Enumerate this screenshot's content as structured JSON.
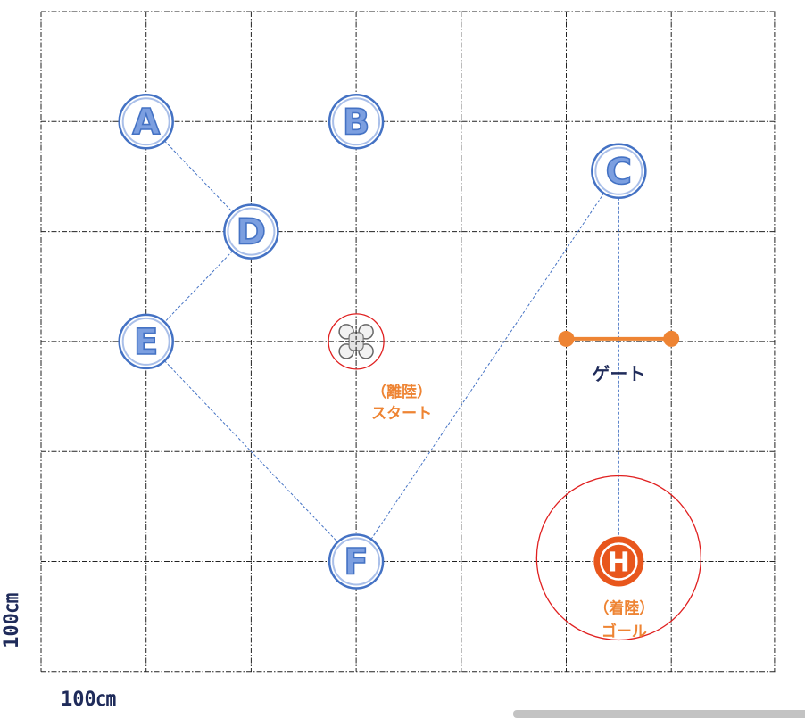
{
  "field": {
    "grid": {
      "cols": 7,
      "rows": 6,
      "cell_cm": 100
    },
    "scale_x": "100㎝",
    "scale_y": "100㎝",
    "colors": {
      "waypoint_fill": "#7c9fe0",
      "waypoint_ring": "#4472c4",
      "path": "#4472c4",
      "gate": "#ee8433",
      "red_ring": "#e02020",
      "helipad": "#e8561c",
      "orange_text": "#ee8433",
      "navy_text": "#1f2b5a"
    }
  },
  "waypoints": [
    {
      "id": "A",
      "label": "A",
      "col": 1,
      "row": 1
    },
    {
      "id": "B",
      "label": "B",
      "col": 3,
      "row": 1
    },
    {
      "id": "C",
      "label": "C",
      "col": 5.5,
      "row": 1.45
    },
    {
      "id": "D",
      "label": "D",
      "col": 2,
      "row": 2
    },
    {
      "id": "E",
      "label": "E",
      "col": 1,
      "row": 3
    },
    {
      "id": "F",
      "label": "F",
      "col": 3,
      "row": 5
    }
  ],
  "path": [
    "A",
    "D",
    "E",
    "F",
    "C",
    "H"
  ],
  "start": {
    "col": 3,
    "row": 3,
    "label_line1": "（離陸）",
    "label_line2": "スタート",
    "icon": "drone-icon"
  },
  "goal": {
    "col": 5.5,
    "row": 5,
    "label_line1": "（着陸）",
    "label_line2": "ゴール",
    "pad_letter": "H",
    "icon": "helipad-icon"
  },
  "gate": {
    "col_start": 5,
    "col_end": 6,
    "row": 3,
    "label": "ゲート"
  }
}
